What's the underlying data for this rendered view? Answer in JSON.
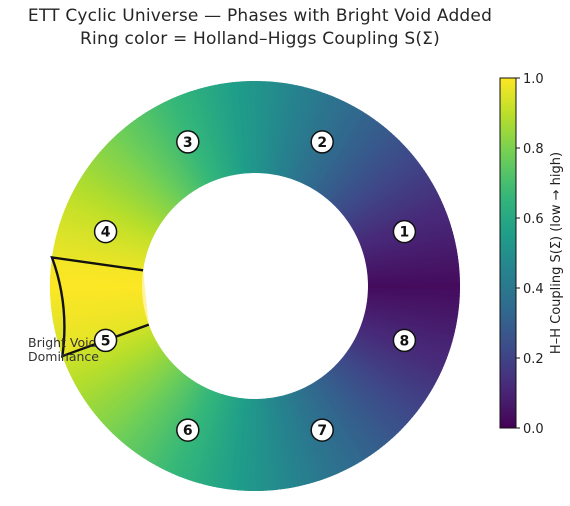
{
  "title": "ETT Cyclic Universe — Phases with Bright Void Added",
  "subtitle": "Ring color = Holland–Higgs Coupling S(Σ)",
  "chart_data": {
    "type": "ring",
    "colormap": "viridis",
    "phases": [
      {
        "label": "1",
        "angle_deg": 20,
        "coupling": 0.15
      },
      {
        "label": "2",
        "angle_deg": 65,
        "coupling": 0.38
      },
      {
        "label": "3",
        "angle_deg": 115,
        "coupling": 0.68
      },
      {
        "label": "4",
        "angle_deg": 160,
        "coupling": 0.95
      },
      {
        "label": "5",
        "angle_deg": 200,
        "coupling": 0.93
      },
      {
        "label": "6",
        "angle_deg": 245,
        "coupling": 0.68
      },
      {
        "label": "7",
        "angle_deg": 295,
        "coupling": 0.38
      },
      {
        "label": "8",
        "angle_deg": 340,
        "coupling": 0.06
      }
    ],
    "coupling_profile_deg": [
      0,
      22.5,
      45,
      67.5,
      90,
      112.5,
      135,
      157.5,
      180,
      202.5,
      225,
      247.5,
      270,
      292.5,
      315,
      337.5,
      360
    ],
    "coupling_profile_values": [
      0.03,
      0.12,
      0.25,
      0.38,
      0.52,
      0.66,
      0.8,
      0.92,
      1.0,
      0.92,
      0.8,
      0.66,
      0.52,
      0.38,
      0.25,
      0.12,
      0.03
    ],
    "highlight": {
      "label": "Bright Void\nDominance",
      "start_deg": 172,
      "end_deg": 200
    },
    "colorbar": {
      "label": "H–H Coupling S(Σ) (low → high)",
      "ticks": [
        "0.0",
        "0.2",
        "0.4",
        "0.6",
        "0.8",
        "1.0"
      ],
      "range": [
        0,
        1
      ]
    }
  }
}
